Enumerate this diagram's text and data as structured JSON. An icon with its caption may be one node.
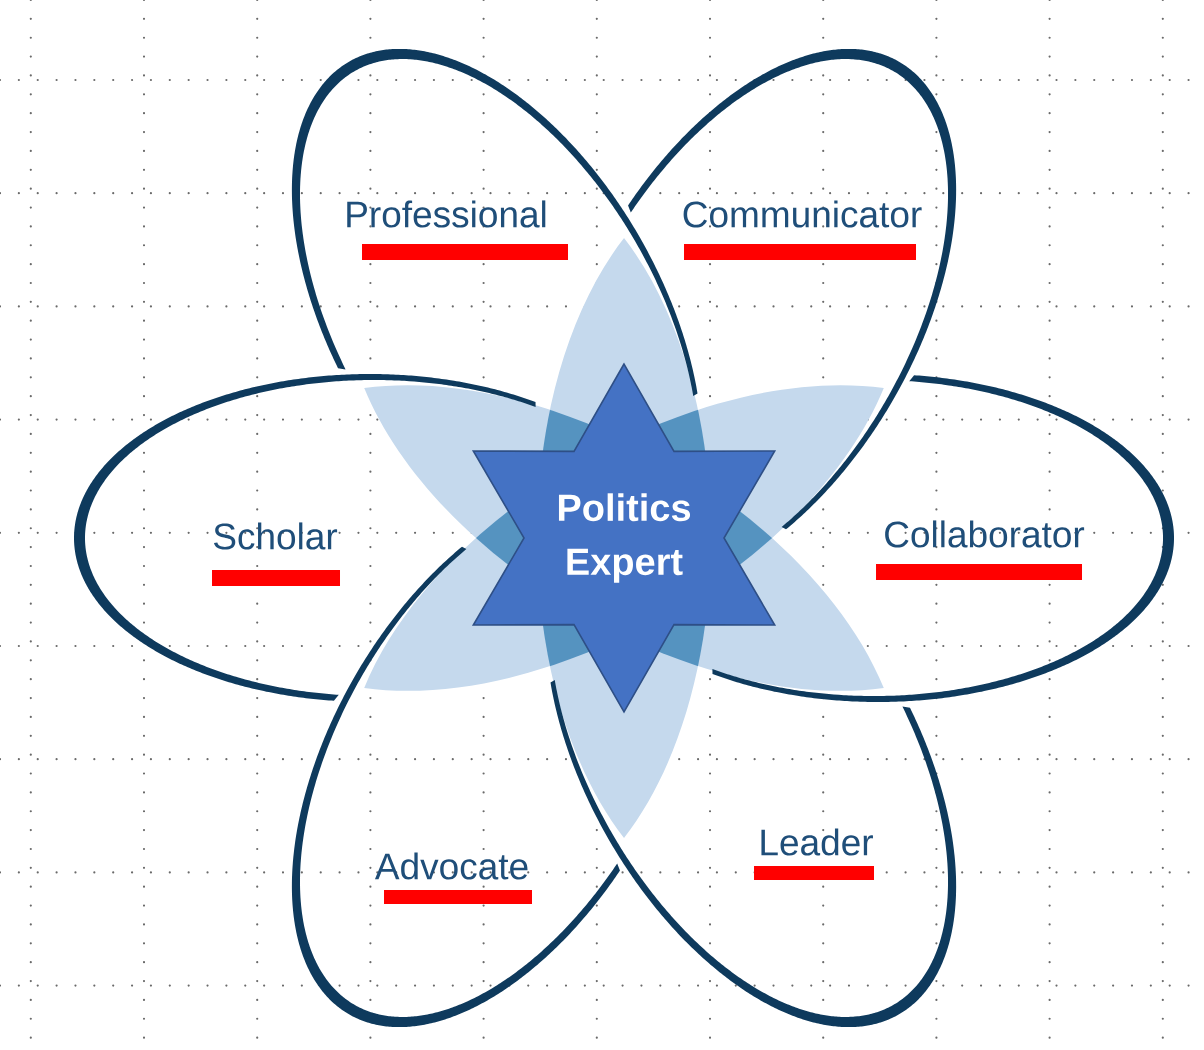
{
  "diagram": {
    "nodes": [
      {
        "text": [
          "Professional"
        ]
      },
      {
        "text": [
          "Communicator"
        ]
      },
      {
        "text": [
          "Scholar"
        ]
      },
      {
        "text": [
          "Politics Expert"
        ]
      },
      {
        "text": [
          "Collaborator"
        ]
      },
      {
        "text": [
          "Advocate"
        ]
      },
      {
        "text": [
          "Leader"
        ]
      }
    ]
  }
}
